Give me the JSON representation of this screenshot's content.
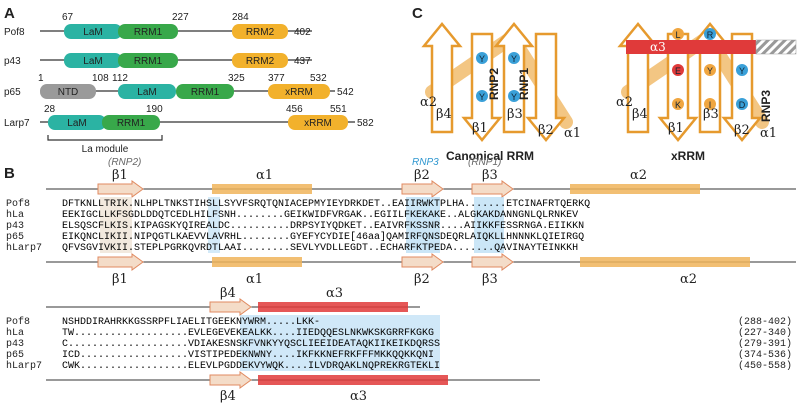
{
  "panels": {
    "a": "A",
    "b": "B",
    "c": "C"
  },
  "colors": {
    "LaM": "#2bb3a3",
    "RRM": "#38a84a",
    "RRM2": "#f2b12c",
    "xRRM": "#f2b12c",
    "NTD": "#9a9a9a",
    "strand_stroke": "#e69a2e",
    "helix_orange": "#f0b45a",
    "helix_red": "#e03a3a",
    "conserved_text": "#d0342c",
    "highlight": "#a9d6f2",
    "RNP_blue": "#2f97d0",
    "residue_blue": "#3aa0d8"
  },
  "panel_a": {
    "proteins": [
      {
        "name": "Pof8",
        "length": "402",
        "positions": [
          "67",
          "227",
          "284"
        ],
        "domains": [
          {
            "label": "LaM",
            "type": "LaM"
          },
          {
            "label": "RRM1",
            "type": "RRM"
          },
          {
            "label": "RRM2",
            "type": "RRM2"
          }
        ]
      },
      {
        "name": "p43",
        "length": "437",
        "positions": [],
        "domains": [
          {
            "label": "LaM",
            "type": "LaM"
          },
          {
            "label": "RRM1",
            "type": "RRM"
          },
          {
            "label": "RRM2",
            "type": "RRM2"
          }
        ]
      },
      {
        "name": "p65",
        "length": "542",
        "positions": [
          "1",
          "108",
          "112",
          "325",
          "377",
          "532"
        ],
        "domains": [
          {
            "label": "NTD",
            "type": "NTD"
          },
          {
            "label": "LaM",
            "type": "LaM"
          },
          {
            "label": "RRM1",
            "type": "RRM"
          },
          {
            "label": "xRRM",
            "type": "xRRM"
          }
        ]
      },
      {
        "name": "Larp7",
        "length": "582",
        "positions": [
          "28",
          "190",
          "456",
          "551"
        ],
        "domains": [
          {
            "label": "LaM",
            "type": "LaM"
          },
          {
            "label": "RRM1",
            "type": "RRM"
          },
          {
            "label": "xRRM",
            "type": "xRRM"
          }
        ]
      }
    ],
    "la_module_label": "La module"
  },
  "panel_b": {
    "top_labels": {
      "rnp2": "(RNP2)",
      "rnp3": "RNP3",
      "rnp1": "(RNP1)"
    },
    "block1_ss_top": [
      "β1",
      "α1",
      "β2",
      "β3",
      "α2"
    ],
    "block1_ss_bottom": [
      "β1",
      "α1",
      "β2",
      "β3",
      "α2"
    ],
    "block1": [
      {
        "name": "Pof8",
        "seq": "DFTKNLLTRIK.NLHPLTNKSTIHSLLSYVFSRQTQNIACEPMYIEYDRKDET..EAIIRWKTPLHA.......ETCINAFRTQERKQ"
      },
      {
        "name": "hLa",
        "seq": "EEKIGCLLKFSGDLDDQTCEDLHILFSNH........GEIKWIDFVRGAK..EGIILFKEKAKE..ALGKAKDANNGNLQLRNKEV"
      },
      {
        "name": "p43",
        "seq": "ELSQSCFLKIS.KIPAGSKYQIREALDC..........DRPSYIYQDKET..EAIVRFKSSNR....AIIKKFESSRNGA.EIIKKN"
      },
      {
        "name": "p65",
        "seq": "EIKQNCLIKII.NIPQGTLKAEVVLAVRHL........GYEFYCYDIE[46aa]QAMIRFQNSDEQRLAIQKLLHNNNKLQIEIRGQ"
      },
      {
        "name": "hLarp7",
        "seq": "QFVSGVIVKII.STEPLPGRKQVRDTLAAI........SEVLYVDLLEGDT..ECHARFKTPEDA.......QAVINAYTEINKKH"
      }
    ],
    "block2_ss_top": [
      "β4",
      "α3"
    ],
    "block2_ss_bottom": [
      "β4",
      "α3"
    ],
    "block2": [
      {
        "name": "Pof8",
        "seq": "NSHDDIRAHRKKGSSRPFLIAELITGEEKNYWRM.....LKK-",
        "range": "(288-402)"
      },
      {
        "name": "hLa",
        "seq": "TW...................EVLEGEVEKEALKK....IIEDQQESLNKWKSKGRRFKGKG",
        "range": "(227-340)"
      },
      {
        "name": "p43",
        "seq": "C....................VDIAKESNSKFVNKYYQSCLIEEIDEATAQKIIKEIKDQRSS",
        "range": "(279-391)"
      },
      {
        "name": "p65",
        "seq": "ICD..................VISTIPEDEKNWNY....IKFKKNEFRKFFFMKKQQKKQNI",
        "range": "(374-536)"
      },
      {
        "name": "hLarp7",
        "seq": "CWK..................ELEVLPGDDEKVYWQK....ILVDRQAKLNQPREKRGTEKLI",
        "range": "(450-558)"
      }
    ]
  },
  "panel_c": {
    "canonical": {
      "title": "Canonical RRM",
      "strands": [
        "β4",
        "β1",
        "β3",
        "β2"
      ],
      "helices": [
        "α2",
        "α1"
      ],
      "rnp": [
        "RNP2",
        "RNP1"
      ],
      "residues": [
        "Y",
        "Y",
        "Y",
        "Y"
      ]
    },
    "xrrm": {
      "title": "xRRM",
      "strands": [
        "β4",
        "β1",
        "β3",
        "β2"
      ],
      "helices": [
        "α2",
        "α3",
        "α1"
      ],
      "rnp": [
        "RNP3"
      ],
      "residues_orange": [
        "L",
        "E",
        "K",
        "Y",
        "I"
      ],
      "residues_blue": [
        "R",
        "Y",
        "D"
      ]
    }
  }
}
